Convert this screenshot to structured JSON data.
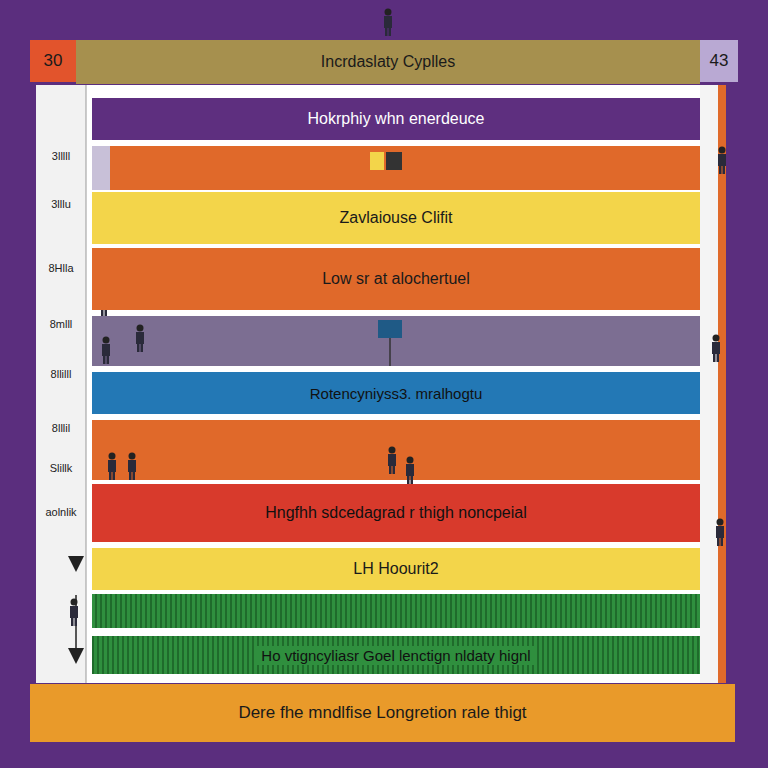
{
  "diagram": {
    "nodes": [
      {
        "text": [
          "30"
        ]
      },
      {
        "text": [
          "43"
        ]
      },
      {
        "text": [
          "Incrdaslaty Cyplles"
        ]
      },
      {
        "text": [
          "Hokrphiy whn enerdeuce"
        ]
      },
      {
        "text": [
          "Zavlaiouse Clifit"
        ]
      },
      {
        "text": [
          "Low sr at alochertuel"
        ]
      },
      {
        "text": [
          "Rotencyniyss3. mralhogtu"
        ]
      },
      {
        "text": [
          "Hngfhh sdcedagrad r thigh noncpeial"
        ]
      },
      {
        "text": [
          "LH Hoourit2"
        ]
      },
      {
        "text": [
          "Ho vtigncyliasr Goel lenctign nldaty hignl"
        ]
      },
      {
        "text": [
          "Dere fhe mndlfise Longretion rale thigt"
        ]
      }
    ],
    "labels": [
      "3lllll",
      "3lllu",
      "8Hlla",
      "8mlll",
      "8llilll",
      "8lllil",
      "Slillk",
      "aolnlik"
    ]
  }
}
